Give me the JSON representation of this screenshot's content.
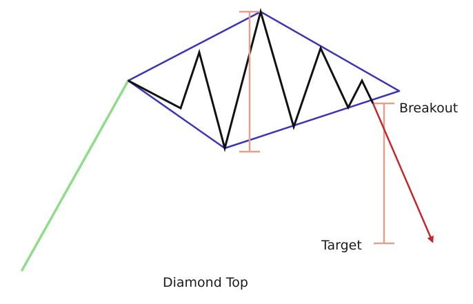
{
  "labels": {
    "breakout": "Breakout",
    "target": "Target",
    "caption": "Diamond Top"
  },
  "colors": {
    "uptrend": "#8fdc8a",
    "diamond_outline": "#3a35b5",
    "price_action": "#111111",
    "measure": "#e0a08c",
    "breakdown": "#c8242b"
  }
}
